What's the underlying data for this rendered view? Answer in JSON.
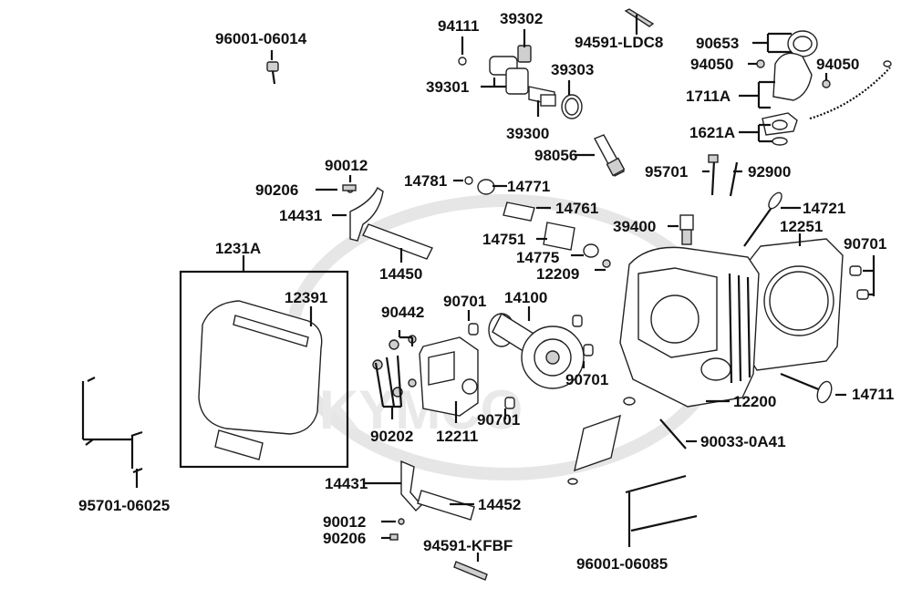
{
  "watermark": "KYMCO",
  "labels": {
    "l_96001_06014": "96001-06014",
    "l_94111": "94111",
    "l_39302": "39302",
    "l_94591_ldc8": "94591-LDC8",
    "l_90653": "90653",
    "l_94050_a": "94050",
    "l_94050_b": "94050",
    "l_39301": "39301",
    "l_39303": "39303",
    "l_1711a": "1711A",
    "l_39300": "39300",
    "l_1621a": "1621A",
    "l_98056": "98056",
    "l_90012_a": "90012",
    "l_95701": "95701",
    "l_92900": "92900",
    "l_90206_a": "90206",
    "l_14781": "14781",
    "l_14771": "14771",
    "l_14431_a": "14431",
    "l_14761": "14761",
    "l_14721": "14721",
    "l_39400": "39400",
    "l_12251": "12251",
    "l_1231a": "1231A",
    "l_14751": "14751",
    "l_90701_a": "90701",
    "l_14775": "14775",
    "l_14450": "14450",
    "l_12209": "12209",
    "l_12391": "12391",
    "l_90442": "90442",
    "l_90701_b": "90701",
    "l_14100": "14100",
    "l_90701_c": "90701",
    "l_14711": "14711",
    "l_12200": "12200",
    "l_90701_d": "90701",
    "l_90202": "90202",
    "l_12211": "12211",
    "l_90033_0a41": "90033-0A41",
    "l_95701_06025": "95701-06025",
    "l_14431_b": "14431",
    "l_14452": "14452",
    "l_90012_b": "90012",
    "l_90206_b": "90206",
    "l_94591_kfbf": "94591-KFBF",
    "l_96001_06085": "96001-06085"
  }
}
